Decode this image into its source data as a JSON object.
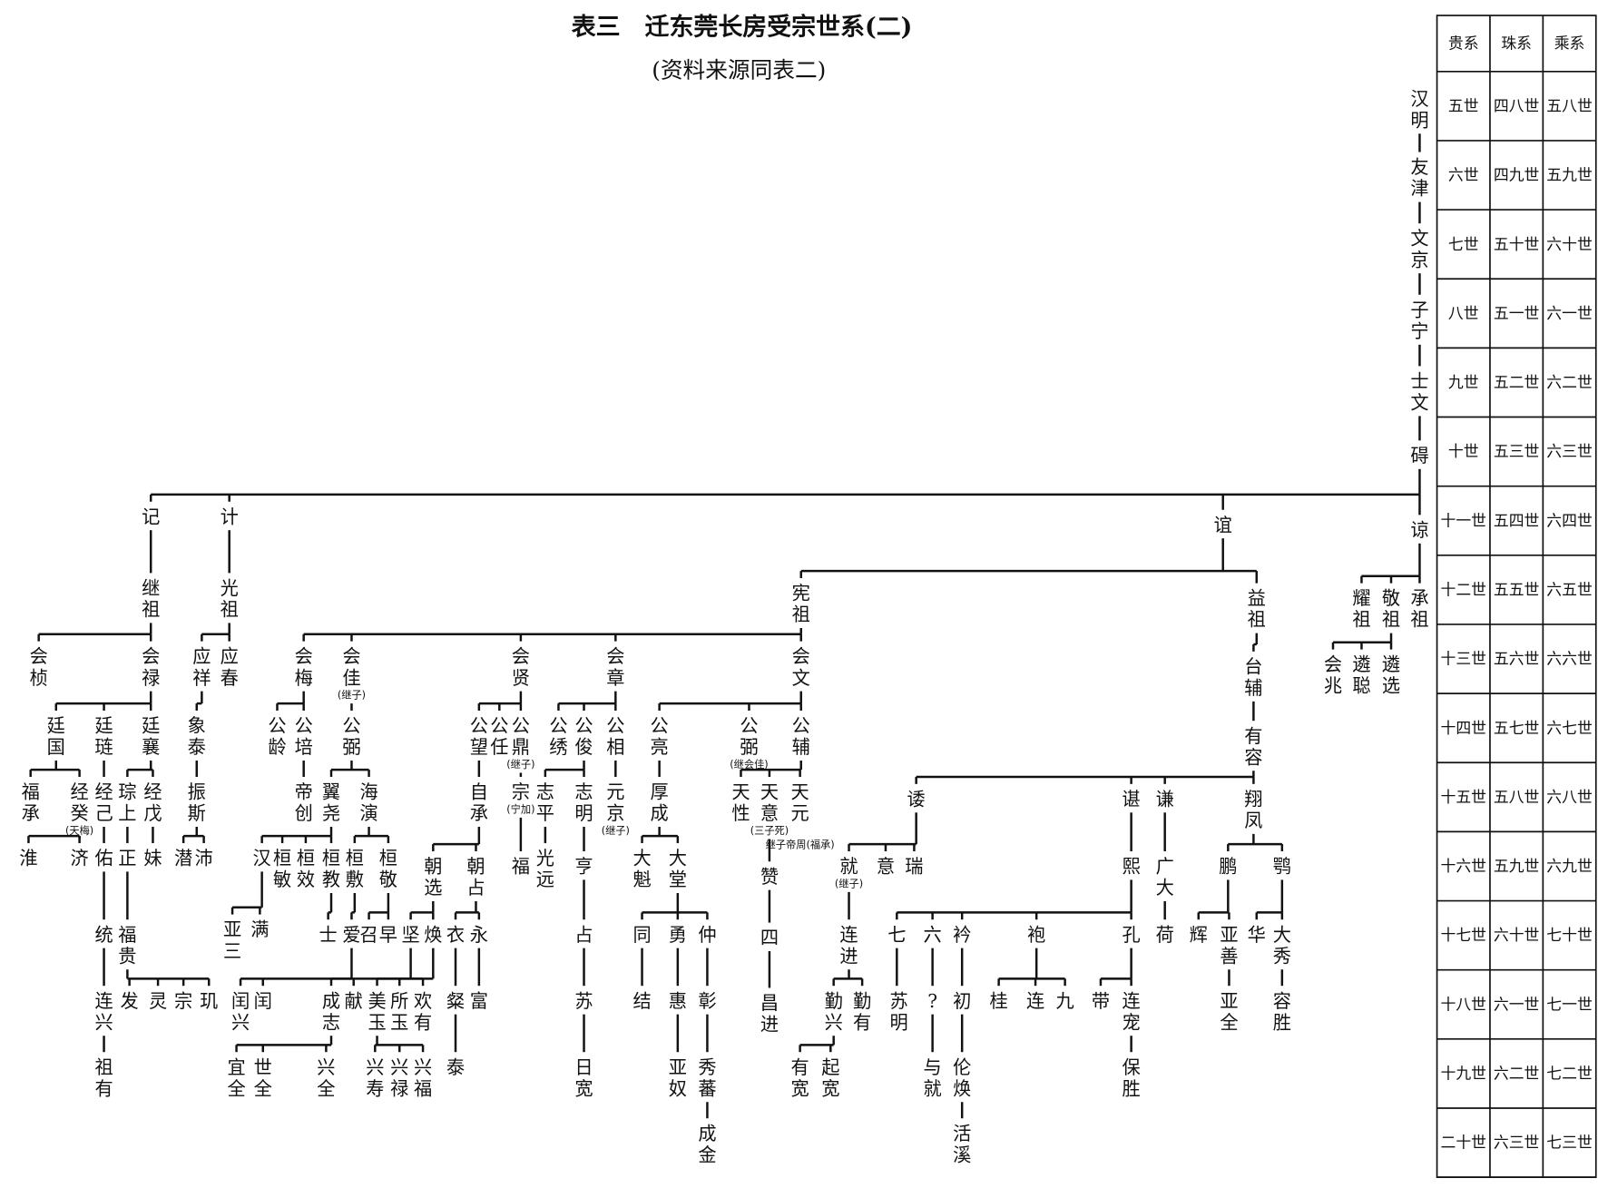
{
  "title": "表三　迁东莞长房受宗世系(二)",
  "subtitle": "(资料来源同表二)",
  "table": {
    "headers": [
      "贵系",
      "珠系",
      "乘系"
    ],
    "rows": [
      [
        "五世",
        "四八世",
        "五八世"
      ],
      [
        "六世",
        "四九世",
        "五九世"
      ],
      [
        "七世",
        "五十世",
        "六十世"
      ],
      [
        "八世",
        "五一世",
        "六一世"
      ],
      [
        "九世",
        "五二世",
        "六二世"
      ],
      [
        "十世",
        "五三世",
        "六三世"
      ],
      [
        "十一世",
        "五四世",
        "六四世"
      ],
      [
        "十二世",
        "五五世",
        "六五世"
      ],
      [
        "十三世",
        "五六世",
        "六六世"
      ],
      [
        "十四世",
        "五七世",
        "六七世"
      ],
      [
        "十五世",
        "五八世",
        "六八世"
      ],
      [
        "十六世",
        "五九世",
        "六九世"
      ],
      [
        "十七世",
        "六十世",
        "七十世"
      ],
      [
        "十八世",
        "六一世",
        "七一世"
      ],
      [
        "十九世",
        "六二世",
        "七二世"
      ],
      [
        "二十世",
        "六三世",
        "七三世"
      ]
    ]
  },
  "nodes": [
    {
      "id": "a1",
      "name": "汉明"
    },
    {
      "id": "a2",
      "name": "友津",
      "parent": "a1"
    },
    {
      "id": "a3",
      "name": "文京",
      "parent": "a2"
    },
    {
      "id": "a4",
      "name": "子宁",
      "parent": "a3"
    },
    {
      "id": "a5",
      "name": "士文",
      "parent": "a4"
    },
    {
      "id": "a6",
      "name": "碍",
      "parent": "a5"
    },
    {
      "id": "b1",
      "name": "记",
      "parent": "a6"
    },
    {
      "id": "b2",
      "name": "计",
      "parent": "a6"
    },
    {
      "id": "b3",
      "name": "谊",
      "parent": "a6"
    },
    {
      "id": "b4",
      "name": "谅",
      "parent": "a6"
    },
    {
      "id": "c1",
      "name": "继祖",
      "parent": "b1"
    },
    {
      "id": "c2",
      "name": "光祖",
      "parent": "b2"
    },
    {
      "id": "d1",
      "name": "会桢",
      "parent": "c1"
    },
    {
      "id": "d2",
      "name": "会禄",
      "parent": "c1"
    },
    {
      "id": "e1",
      "name": "廷国",
      "parent": "d2"
    },
    {
      "id": "e2",
      "name": "廷琏",
      "parent": "d2"
    },
    {
      "id": "e3",
      "name": "廷襄",
      "parent": "d2"
    },
    {
      "id": "f1",
      "name": "福承",
      "parent": "e1"
    },
    {
      "id": "f2",
      "name": "经癸",
      "note": "(天梅)",
      "parent": "e1"
    },
    {
      "id": "f3",
      "name": "经己",
      "parent": "e2"
    },
    {
      "id": "f4",
      "name": "琮上",
      "parent": "e3"
    },
    {
      "id": "f5",
      "name": "经戊",
      "parent": "e3"
    },
    {
      "id": "g1",
      "name": "淮",
      "parent": "f2"
    },
    {
      "id": "g2",
      "name": "济",
      "parent": "f2"
    },
    {
      "id": "g3",
      "name": "佑",
      "parent": "f3"
    },
    {
      "id": "g4",
      "name": "正",
      "parent": "f4"
    },
    {
      "id": "g5",
      "name": "妹",
      "parent": "f5"
    },
    {
      "id": "h1",
      "name": "统",
      "parent": "g3"
    },
    {
      "id": "h2",
      "name": "连兴",
      "parent": "h1"
    },
    {
      "id": "h3",
      "name": "祖有",
      "parent": "h2"
    },
    {
      "id": "i1",
      "name": "福贵",
      "parent": "g4"
    },
    {
      "id": "i2",
      "name": "发",
      "parent": "i1"
    },
    {
      "id": "i3",
      "name": "灵",
      "parent": "i1"
    },
    {
      "id": "i4",
      "name": "宗",
      "parent": "i1"
    },
    {
      "id": "i5",
      "name": "玑",
      "parent": "i1"
    },
    {
      "id": "j1",
      "name": "应祥",
      "parent": "c2"
    },
    {
      "id": "j2",
      "name": "应春",
      "parent": "c2"
    },
    {
      "id": "j3",
      "name": "象泰",
      "parent": "j1"
    },
    {
      "id": "j4",
      "name": "振斯",
      "parent": "j3"
    },
    {
      "id": "j5",
      "name": "潜",
      "parent": "j4"
    },
    {
      "id": "j6",
      "name": "沛",
      "parent": "j4"
    },
    {
      "id": "k1",
      "name": "耀祖",
      "parent": "b4"
    },
    {
      "id": "k2",
      "name": "敬祖",
      "parent": "b4"
    },
    {
      "id": "k3",
      "name": "承祖",
      "parent": "b4"
    },
    {
      "id": "k4",
      "name": "会兆",
      "parent": "k2"
    },
    {
      "id": "k5",
      "name": "遴聪",
      "parent": "k2"
    },
    {
      "id": "k6",
      "name": "遴选",
      "parent": "k2"
    },
    {
      "id": "l1",
      "name": "宪祖",
      "parent": "b3"
    },
    {
      "id": "l2",
      "name": "益祖",
      "parent": "b3"
    },
    {
      "id": "l3",
      "name": "台辅",
      "parent": "l2"
    },
    {
      "id": "l4",
      "name": "有容",
      "parent": "l3"
    },
    {
      "id": "m1",
      "name": "诿",
      "parent": "l4"
    },
    {
      "id": "m2",
      "name": "谌",
      "parent": "l4"
    },
    {
      "id": "m3",
      "name": "谦",
      "parent": "l4"
    },
    {
      "id": "m4",
      "name": "翔凤",
      "parent": "l4"
    },
    {
      "id": "m5",
      "name": "就",
      "note": "(继子)",
      "parent": "m1"
    },
    {
      "id": "m6",
      "name": "意",
      "parent": "m1"
    },
    {
      "id": "m7",
      "name": "瑞",
      "parent": "m1"
    },
    {
      "id": "m8",
      "name": "连进",
      "parent": "m5"
    },
    {
      "id": "m9",
      "name": "勤兴",
      "parent": "m8"
    },
    {
      "id": "m10",
      "name": "勤有",
      "parent": "m8"
    },
    {
      "id": "m11",
      "name": "有宽",
      "parent": "m9"
    },
    {
      "id": "m12",
      "name": "起宽",
      "parent": "m9"
    },
    {
      "id": "n1",
      "name": "熙",
      "parent": "m2"
    },
    {
      "id": "o1",
      "name": "七",
      "parent": "n1"
    },
    {
      "id": "o2",
      "name": "六",
      "parent": "n1"
    },
    {
      "id": "o3",
      "name": "衿",
      "parent": "n1"
    },
    {
      "id": "o4",
      "name": "袍",
      "parent": "n1"
    },
    {
      "id": "o5",
      "name": "孔",
      "parent": "n1"
    },
    {
      "id": "o6",
      "name": "苏明",
      "parent": "o1"
    },
    {
      "id": "o7",
      "name": "?",
      "parent": "o2"
    },
    {
      "id": "o8",
      "name": "与就",
      "parent": "o7"
    },
    {
      "id": "o9",
      "name": "初",
      "parent": "o3"
    },
    {
      "id": "o10",
      "name": "伦焕",
      "parent": "o9"
    },
    {
      "id": "o11",
      "name": "活溪",
      "parent": "o10"
    },
    {
      "id": "o12",
      "name": "桂",
      "parent": "o4"
    },
    {
      "id": "o13",
      "name": "连",
      "parent": "o4"
    },
    {
      "id": "o14",
      "name": "九",
      "parent": "o4"
    },
    {
      "id": "o15",
      "name": "带",
      "parent": "o5"
    },
    {
      "id": "o16",
      "name": "连宠",
      "parent": "o5"
    },
    {
      "id": "o17",
      "name": "保胜",
      "parent": "o16"
    },
    {
      "id": "p1",
      "name": "广大",
      "parent": "m3"
    },
    {
      "id": "p2",
      "name": "荷",
      "parent": "p1"
    },
    {
      "id": "q1",
      "name": "鹏",
      "parent": "m4"
    },
    {
      "id": "q2",
      "name": "鹗",
      "parent": "m4"
    },
    {
      "id": "q3",
      "name": "辉",
      "parent": "q1"
    },
    {
      "id": "q4",
      "name": "亚善",
      "parent": "q1"
    },
    {
      "id": "q5",
      "name": "亚全",
      "parent": "q4"
    },
    {
      "id": "q6",
      "name": "华",
      "parent": "q2"
    },
    {
      "id": "q7",
      "name": "大秀",
      "parent": "q2"
    },
    {
      "id": "q8",
      "name": "容胜",
      "parent": "q7"
    },
    {
      "id": "r1",
      "name": "会梅",
      "parent": "l1"
    },
    {
      "id": "r2",
      "name": "会佳",
      "note": "(继子)",
      "parent": "l1"
    },
    {
      "id": "r3",
      "name": "会贤",
      "parent": "l1"
    },
    {
      "id": "r4",
      "name": "会章",
      "parent": "l1"
    },
    {
      "id": "r5",
      "name": "会文",
      "parent": "l1"
    },
    {
      "id": "s1",
      "name": "公龄",
      "parent": "r1"
    },
    {
      "id": "s2",
      "name": "公培",
      "parent": "r1"
    },
    {
      "id": "s3",
      "name": "帝创",
      "parent": "s2"
    },
    {
      "id": "s4",
      "name": "公弼",
      "parent": "r2"
    },
    {
      "id": "s5",
      "name": "翼尧",
      "parent": "s4"
    },
    {
      "id": "s6",
      "name": "海演",
      "parent": "s4"
    },
    {
      "id": "s7",
      "name": "汉",
      "parent": "s5"
    },
    {
      "id": "s8",
      "name": "桓敏",
      "parent": "s5"
    },
    {
      "id": "s9",
      "name": "桓效",
      "parent": "s5"
    },
    {
      "id": "s10",
      "name": "桓教",
      "parent": "s5"
    },
    {
      "id": "s11",
      "name": "桓敷",
      "parent": "s6"
    },
    {
      "id": "s12",
      "name": "桓敬",
      "parent": "s6"
    },
    {
      "id": "s13",
      "name": "亚三",
      "parent": "s7"
    },
    {
      "id": "s14",
      "name": "满",
      "parent": "s7"
    },
    {
      "id": "s15",
      "name": "士",
      "parent": "s10"
    },
    {
      "id": "s16",
      "name": "爱",
      "parent": "s11"
    },
    {
      "id": "s17",
      "name": "召",
      "parent": "s12"
    },
    {
      "id": "s18",
      "name": "早",
      "parent": "s12"
    },
    {
      "id": "s19",
      "name": "闰兴",
      "parent": "s16"
    },
    {
      "id": "s20",
      "name": "闰",
      "parent": "s16"
    },
    {
      "id": "t1",
      "name": "公望",
      "parent": "r3"
    },
    {
      "id": "t2",
      "name": "公任",
      "parent": "r3"
    },
    {
      "id": "t3",
      "name": "公鼎",
      "note": "(继子)",
      "parent": "r3"
    },
    {
      "id": "t4",
      "name": "自承",
      "parent": "t1"
    },
    {
      "id": "t5",
      "name": "朝选",
      "parent": "t4"
    },
    {
      "id": "t6",
      "name": "朝占",
      "parent": "t4"
    },
    {
      "id": "t7",
      "name": "坚",
      "parent": "t5"
    },
    {
      "id": "t8",
      "name": "焕",
      "parent": "t5"
    },
    {
      "id": "t9",
      "name": "衣",
      "parent": "t6"
    },
    {
      "id": "t10",
      "name": "永",
      "parent": "t6"
    },
    {
      "id": "t11",
      "name": "成志",
      "parent": "t8"
    },
    {
      "id": "t12",
      "name": "献",
      "parent": "t8"
    },
    {
      "id": "t13",
      "name": "美玉",
      "parent": "t7"
    },
    {
      "id": "t14",
      "name": "所玉",
      "parent": "t7"
    },
    {
      "id": "t15",
      "name": "欢有",
      "parent": "t7"
    },
    {
      "id": "t16",
      "name": "粲",
      "parent": "t9"
    },
    {
      "id": "t17",
      "name": "泰",
      "parent": "t16"
    },
    {
      "id": "t18",
      "name": "富",
      "parent": "t10"
    },
    {
      "id": "t19",
      "name": "宜全",
      "parent": "t11"
    },
    {
      "id": "t20",
      "name": "世全",
      "parent": "t11"
    },
    {
      "id": "t21",
      "name": "兴全",
      "parent": "t11"
    },
    {
      "id": "t22",
      "name": "兴寿",
      "parent": "t13"
    },
    {
      "id": "t23",
      "name": "兴禄",
      "parent": "t13"
    },
    {
      "id": "t24",
      "name": "兴福",
      "parent": "t13"
    },
    {
      "id": "t25",
      "name": "宗",
      "note": "(宁加)",
      "parent": "t3"
    },
    {
      "id": "t26",
      "name": "福",
      "parent": "t25"
    },
    {
      "id": "u1",
      "name": "公绣",
      "parent": "r4"
    },
    {
      "id": "u2",
      "name": "公俊",
      "parent": "r4"
    },
    {
      "id": "u3",
      "name": "公相",
      "parent": "r4"
    },
    {
      "id": "u4",
      "name": "志平",
      "parent": "u2"
    },
    {
      "id": "u5",
      "name": "志明",
      "parent": "u2"
    },
    {
      "id": "u6",
      "name": "光远",
      "parent": "u4"
    },
    {
      "id": "u7",
      "name": "亨",
      "parent": "u5"
    },
    {
      "id": "u8",
      "name": "占",
      "parent": "u7"
    },
    {
      "id": "u9",
      "name": "苏",
      "parent": "u8"
    },
    {
      "id": "u10",
      "name": "日宽",
      "parent": "u9"
    },
    {
      "id": "u11",
      "name": "元京",
      "note": "(继子)",
      "parent": "u3"
    },
    {
      "id": "v1",
      "name": "公亮",
      "parent": "r5"
    },
    {
      "id": "v2",
      "name": "公弼",
      "note": "(继会佳)",
      "parent": "r5"
    },
    {
      "id": "v3",
      "name": "公辅",
      "parent": "r5"
    },
    {
      "id": "v4",
      "name": "厚成",
      "parent": "v1"
    },
    {
      "id": "v5",
      "name": "大魁",
      "parent": "v4"
    },
    {
      "id": "v6",
      "name": "大堂",
      "parent": "v4"
    },
    {
      "id": "v7",
      "name": "同",
      "parent": "v6"
    },
    {
      "id": "v8",
      "name": "勇",
      "parent": "v6"
    },
    {
      "id": "v9",
      "name": "仲",
      "parent": "v6"
    },
    {
      "id": "v10",
      "name": "结",
      "parent": "v7"
    },
    {
      "id": "v11",
      "name": "惠",
      "parent": "v8"
    },
    {
      "id": "v12",
      "name": "亚奴",
      "parent": "v11"
    },
    {
      "id": "v13",
      "name": "彰",
      "parent": "v9"
    },
    {
      "id": "v14",
      "name": "秀蕃",
      "parent": "v13"
    },
    {
      "id": "v15",
      "name": "成金",
      "parent": "v14"
    },
    {
      "id": "v16",
      "name": "天性",
      "parent": "v3"
    },
    {
      "id": "v17",
      "name": "天意",
      "note": "(三子死)",
      "parent": "v3"
    },
    {
      "id": "v18",
      "name": "天元",
      "note": "继子帝周(福承)",
      "parent": "v3"
    },
    {
      "id": "v19",
      "name": "赞",
      "parent": "v17"
    },
    {
      "id": "v20",
      "name": "四",
      "parent": "v19"
    },
    {
      "id": "v21",
      "name": "昌进",
      "parent": "v20"
    }
  ]
}
